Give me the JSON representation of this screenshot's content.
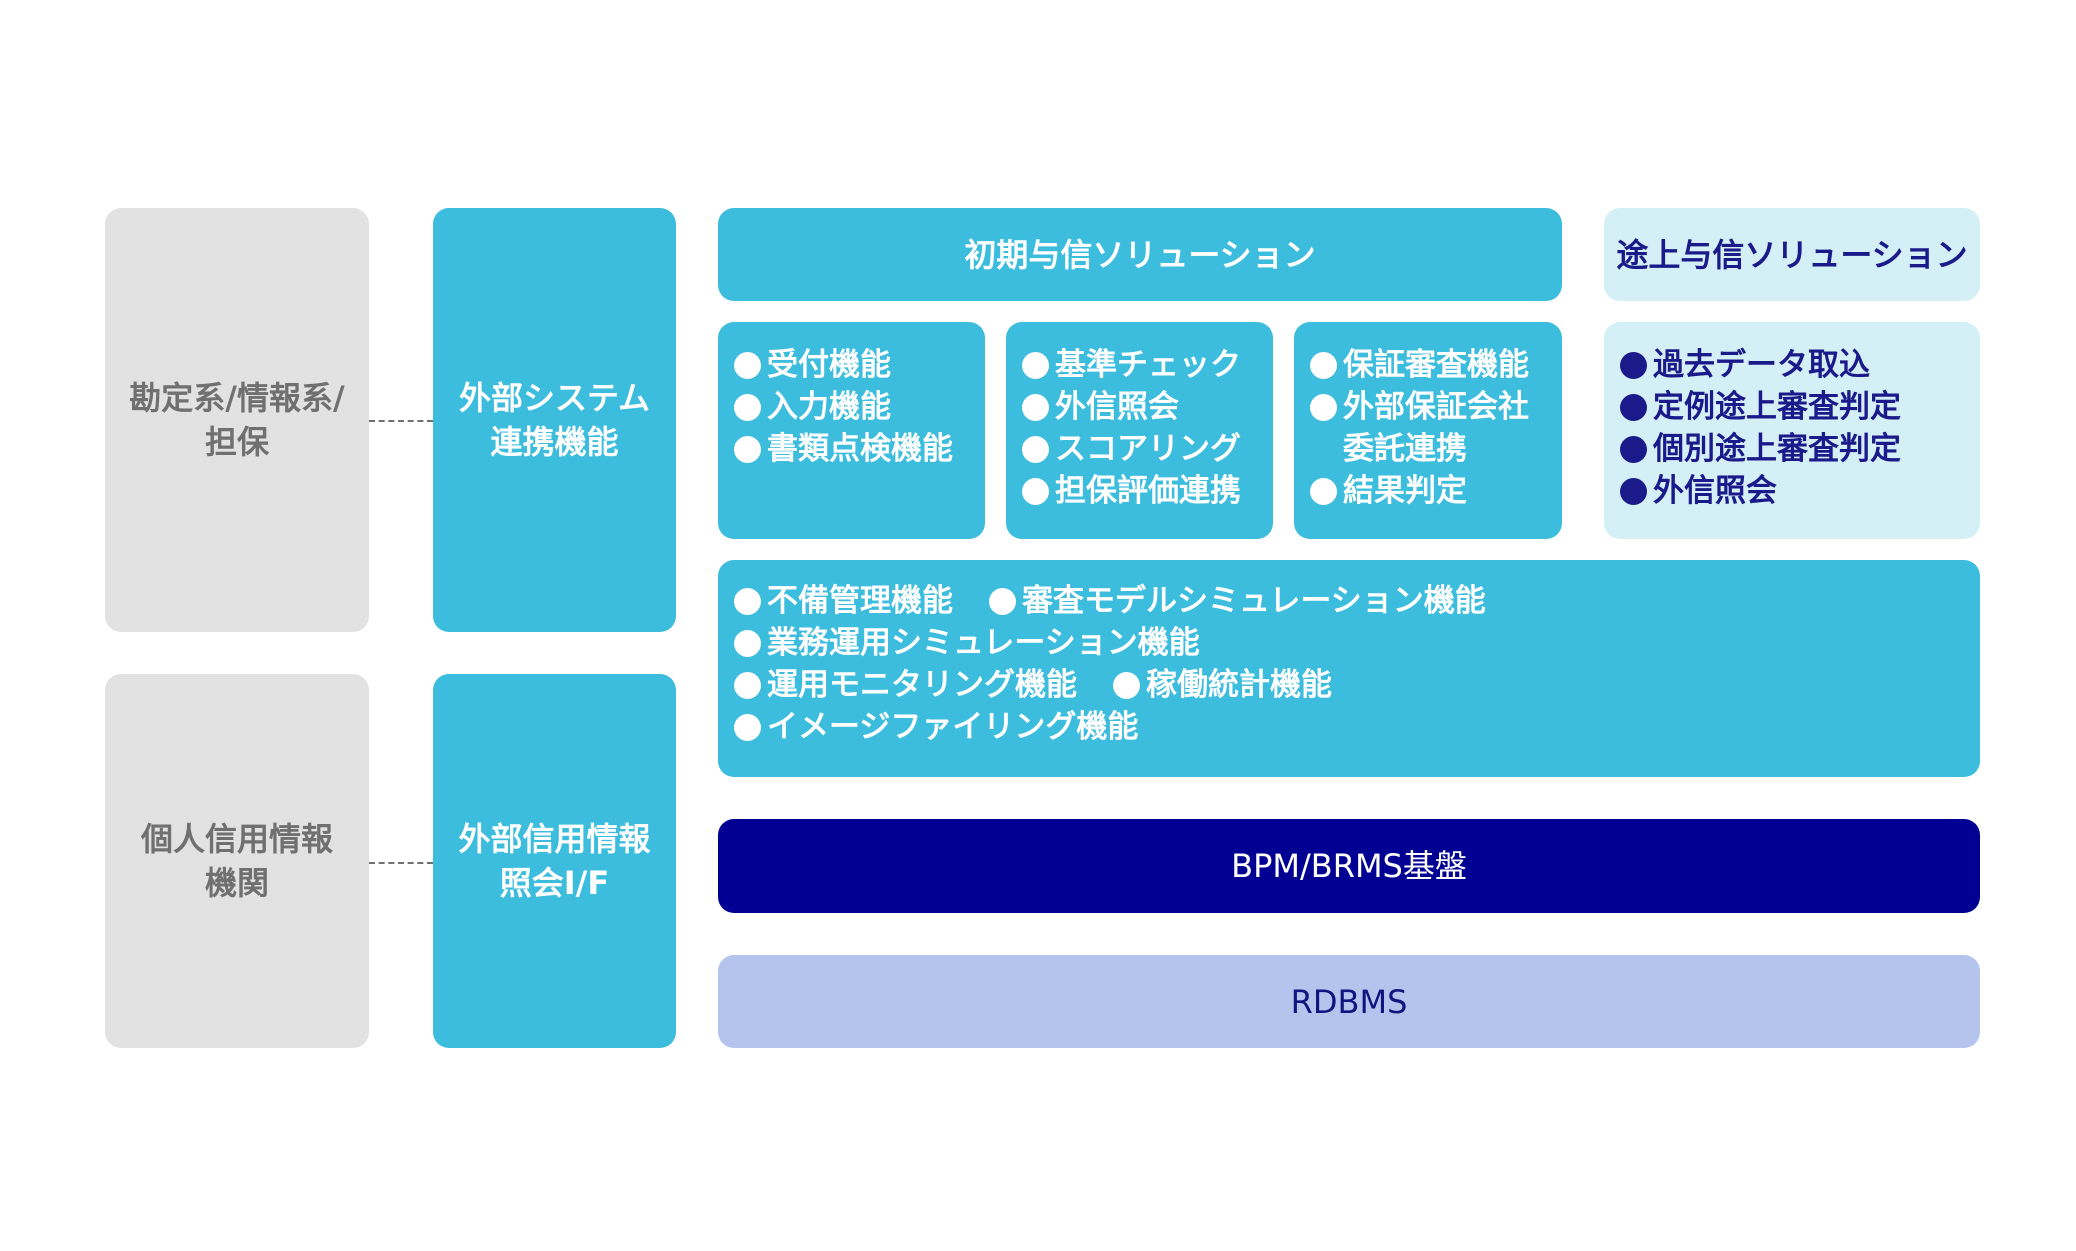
{
  "external": {
    "accounting": "勘定系/情報系/\n担保",
    "credit_bureau": "個人信用情報\n機関"
  },
  "interfaces": {
    "system_link": "外部システム\n連携機能",
    "credit_inquiry": "外部信用情報\n照会I/F"
  },
  "initial": {
    "title": "初期与信ソリューション",
    "col1": [
      "受付機能",
      "入力機能",
      "書類点検機能"
    ],
    "col2": [
      "基準チェック",
      "外信照会",
      "スコアリング",
      "担保評価連携"
    ],
    "col3": [
      "保証審査機能",
      "外部保証会社\n委託連携",
      "結果判定"
    ]
  },
  "midterm": {
    "title": "途上与信ソリューション",
    "items": [
      "過去データ取込",
      "定例途上審査判定",
      "個別途上審査判定",
      "外信照会"
    ]
  },
  "common": {
    "rows": [
      [
        "不備管理機能",
        "審査モデルシミュレーション機能"
      ],
      [
        "業務運用シミュレーション機能"
      ],
      [
        "運用モニタリング機能",
        "稼働統計機能"
      ],
      [
        "イメージファイリング機能"
      ]
    ]
  },
  "platform": {
    "bpm": "BPM/BRMS基盤",
    "rdbms": "RDBMS"
  },
  "colors": {
    "cyan": "#3cbddd",
    "pale": "#d4eff6",
    "navy": "#010093",
    "lavender": "#b4c4ec",
    "gray": "#e2e2e2"
  }
}
